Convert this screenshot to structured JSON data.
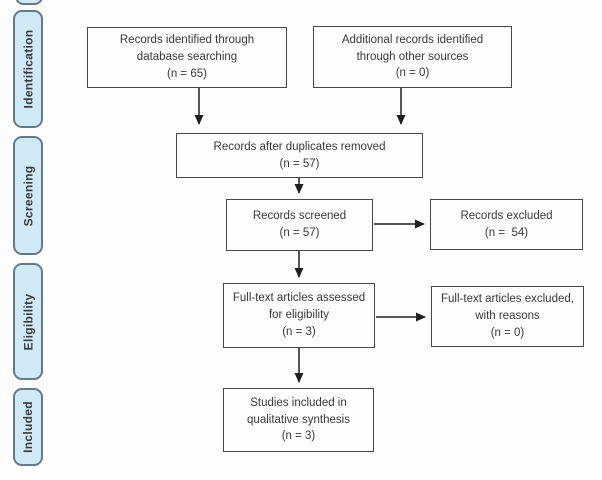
{
  "sidebar": {
    "stages": [
      {
        "label": "Identification"
      },
      {
        "label": "Screening"
      },
      {
        "label": "Eligibility"
      },
      {
        "label": "Included"
      }
    ]
  },
  "boxes": {
    "identified": {
      "text": "Records identified through\ndatabase searching\n(n = 65)"
    },
    "additional_sources": {
      "text": "Additional records identified\nthrough other sources\n(n = 0)"
    },
    "after_duplicates": {
      "text": "Records after duplicates removed\n(n = 57)"
    },
    "screened": {
      "text": "Records screened\n(n = 57)"
    },
    "records_excluded": {
      "text": "Records excluded\n(n =  54)"
    },
    "fulltext_assessed": {
      "text": "Full-text articles assessed\nfor eligibility\n(n = 3)"
    },
    "fulltext_excluded": {
      "text": "Full-text articles excluded,\nwith reasons\n(n = 0)"
    },
    "qualitative_synthesis": {
      "text": "Studies included in\nqualitative synthesis\n(n = 3)"
    }
  },
  "colors": {
    "stage_fill": "#cfe9f6",
    "stage_border": "#64798a",
    "box_border": "#474747",
    "arrow": "#1f1f1f",
    "text": "#383838",
    "background": "#fdfdfd"
  }
}
